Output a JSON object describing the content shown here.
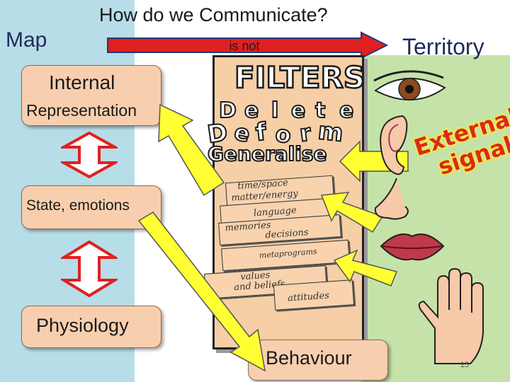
{
  "title": "How do we Communicate?",
  "map_label": "Map",
  "territory_label": "Territory",
  "is_not_label": "is not",
  "boxes": {
    "internal_line1": "Internal",
    "internal_line2": "Representation",
    "state": "State, emotions",
    "physiology": "Physiology",
    "behaviour": "Behaviour"
  },
  "filters": {
    "heading": "FILTERS",
    "delete": [
      "D",
      "e",
      "l",
      "e",
      "t",
      "e"
    ],
    "deform": [
      "D",
      "e",
      "f",
      "o",
      "r",
      "m"
    ],
    "generalise": "Generalise"
  },
  "filter_cards": [
    "time/space",
    "matter/energy",
    "language",
    "memories",
    "decisions",
    "metaprograms",
    "values",
    "and beliefs",
    "attitudes"
  ],
  "external_signal": {
    "line1": "External",
    "line2": "signal"
  },
  "page_number": "15",
  "colors": {
    "left_band": "#b7dde8",
    "right_band": "#c5e3a8",
    "box_fill": "#f8cfae",
    "arrow_red": "#e02020",
    "arrow_yellow": "#ffff33",
    "signal_red": "#d62b1f",
    "signal_yellow": "#ffee33"
  },
  "icons": [
    "eye-icon",
    "ear-icon",
    "nose-icon",
    "mouth-icon",
    "hand-icon"
  ]
}
